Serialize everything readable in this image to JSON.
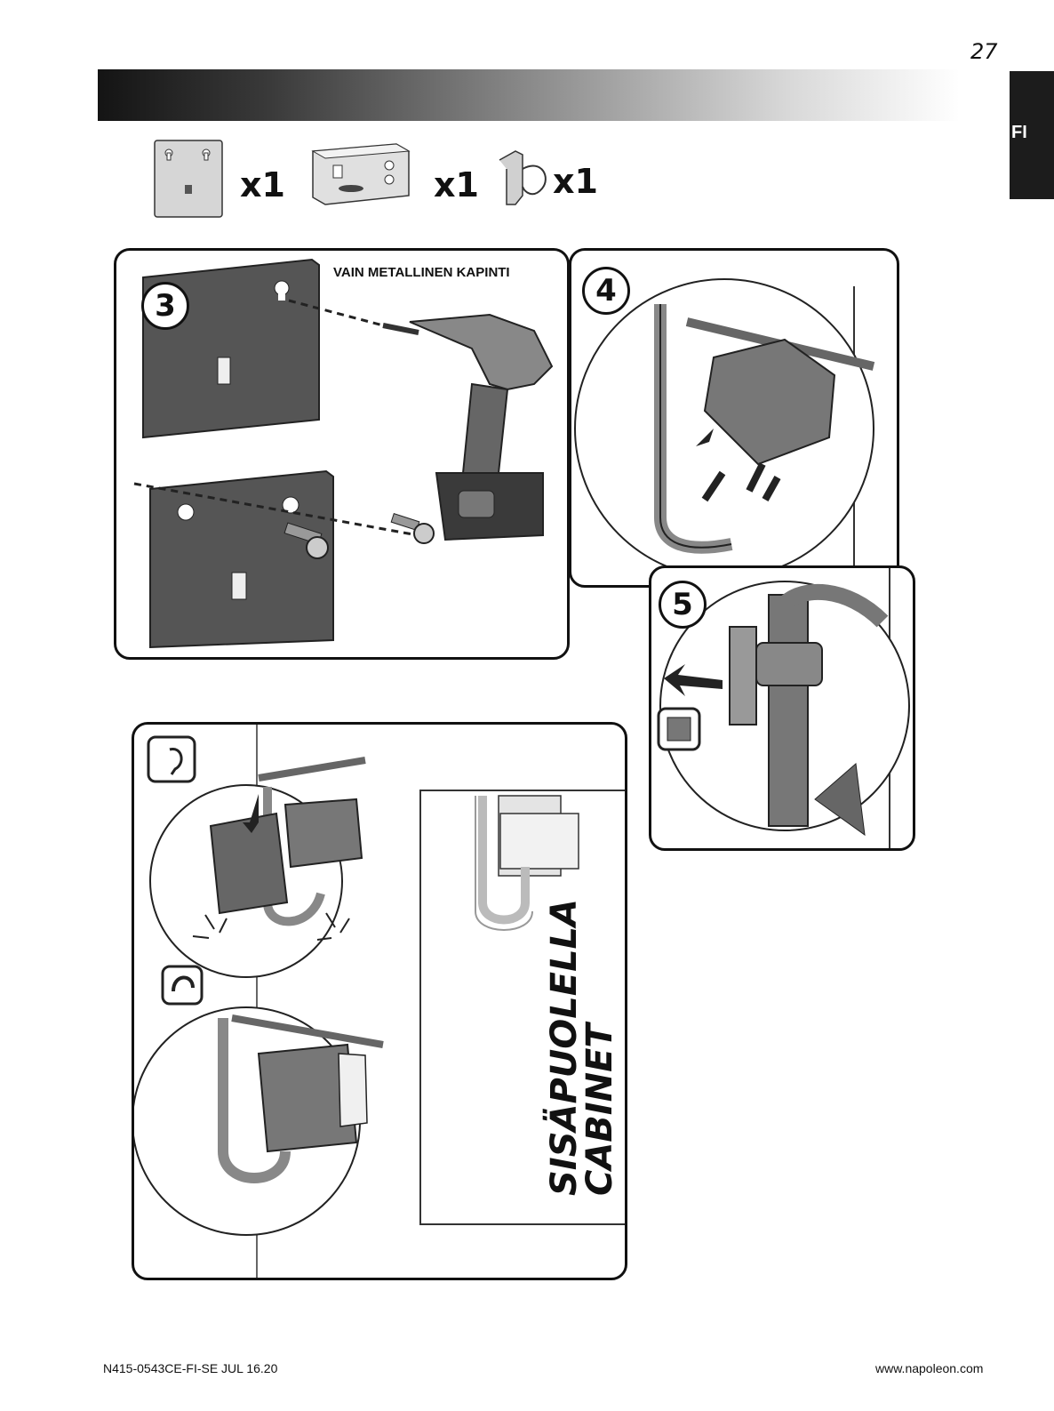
{
  "page": {
    "number": "27",
    "language_tab": "FI"
  },
  "parts": {
    "bracket_qty": "x1",
    "module_qty": "x1",
    "clip_qty": "x1"
  },
  "step3": {
    "number": "3",
    "note": "VAIN METALLINEN KAPINTI"
  },
  "step4": {
    "number": "4"
  },
  "step5": {
    "number": "5"
  },
  "cabinet": {
    "line1": "SISÄPUOLELLA",
    "line2": "CABINET"
  },
  "footer": {
    "doc_code": "N415-0543CE-FI-SE JUL 16.20",
    "website": "www.napoleon.com"
  }
}
